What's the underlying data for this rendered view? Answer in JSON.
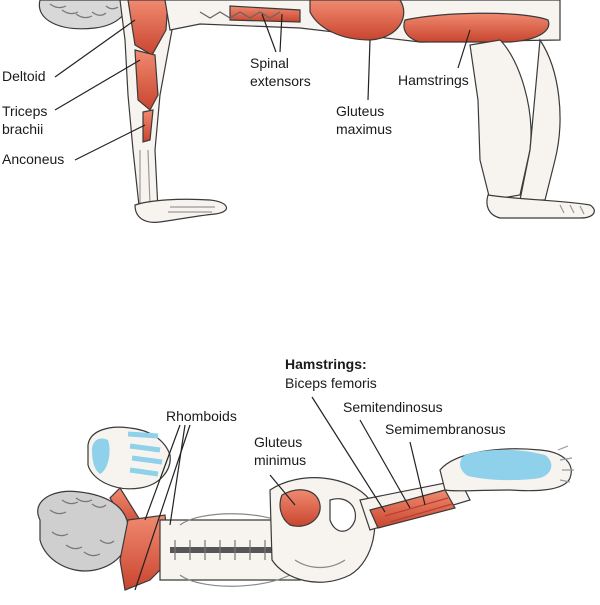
{
  "top_figure": {
    "labels": {
      "deltoid": "Deltoid",
      "triceps_brachii": "Triceps brachii",
      "triceps_line1": "Triceps",
      "triceps_line2": "brachii",
      "anconeus": "Anconeus",
      "spinal_line1": "Spinal",
      "spinal_line2": "extensors",
      "gluteus_line1": "Gluteus",
      "gluteus_line2": "maximus",
      "hamstrings": "Hamstrings"
    }
  },
  "bottom_figure": {
    "labels": {
      "hamstrings_heading": "Hamstrings:",
      "biceps_femoris": "Biceps femoris",
      "semitendinosus": "Semitendinosus",
      "semimembranosus": "Semimembranosus",
      "rhomboids": "Rhomboids",
      "gluteus_min_line1": "Gluteus",
      "gluteus_min_line2": "minimus"
    }
  },
  "colors": {
    "muscle": "#e0604a",
    "muscle_dark": "#b8402e",
    "bone": "#f4f2ee",
    "outline": "#3a3a3a",
    "hair": "#8a8a8a",
    "highlight_blue": "#8fd0ea",
    "leader_line": "#222222"
  }
}
